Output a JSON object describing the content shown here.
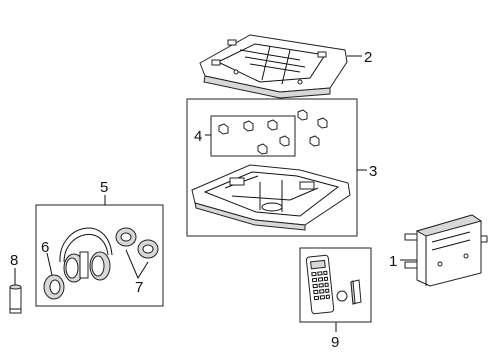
{
  "callouts": {
    "c1": "1",
    "c2": "2",
    "c3": "3",
    "c4": "4",
    "c5": "5",
    "c6": "6",
    "c7": "7",
    "c8": "8",
    "c9": "9"
  },
  "colors": {
    "line": "#222222",
    "shade": "#d8d8d8",
    "background": "#ffffff"
  }
}
